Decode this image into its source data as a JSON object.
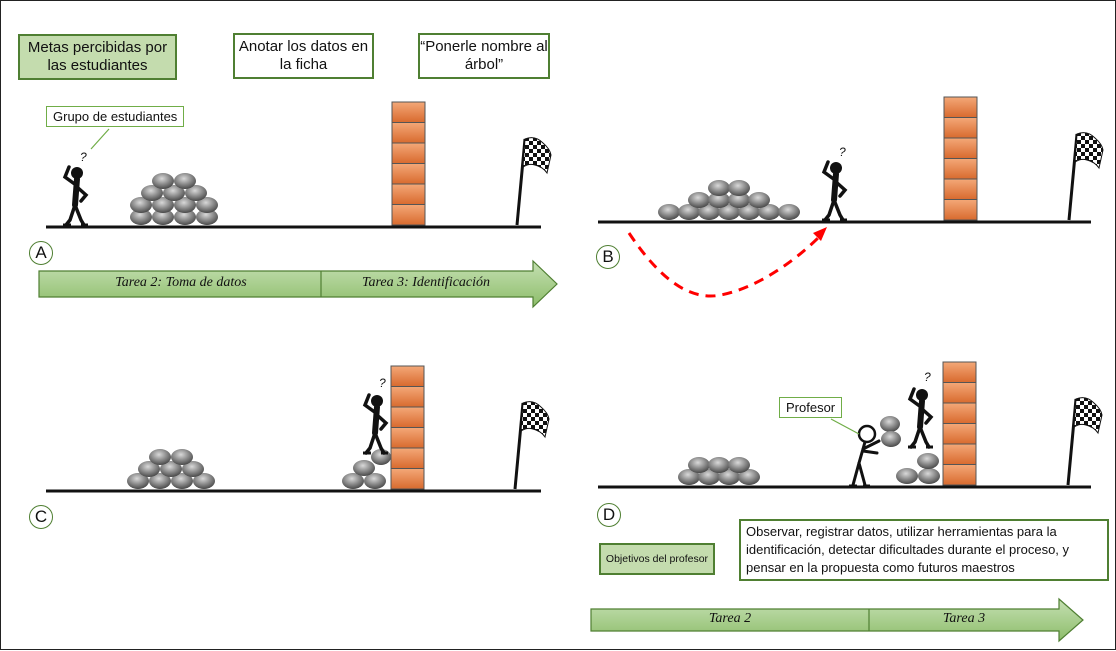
{
  "top_boxes": {
    "metas": "Metas percibidas por las estudiantes",
    "anotar": "Anotar los datos en la ficha",
    "ponerle": "“Ponerle nombre al árbol”"
  },
  "callouts": {
    "grupo": "Grupo de estudiantes",
    "profesor": "Profesor"
  },
  "question_mark": "?",
  "panels": {
    "a": "A",
    "b": "B",
    "c": "C",
    "d": "D"
  },
  "arrow_top": {
    "left": "Tarea 2: Toma de datos",
    "right": "Tarea 3: Identificación"
  },
  "arrow_bottom": {
    "left": "Tarea 2",
    "right": "Tarea 3"
  },
  "objetivos_label": "Objetivos del profesor",
  "objetivos_text": "Observar, registrar datos, utilizar herramientas para la identificación, detectar dificultades durante el proceso, y pensar en la propuesta como futuros maestros",
  "colors": {
    "green_border": "#4f7f32",
    "green_fill": "#a9d18e",
    "brick": "#e8804a",
    "dashed": "#ff0000"
  }
}
